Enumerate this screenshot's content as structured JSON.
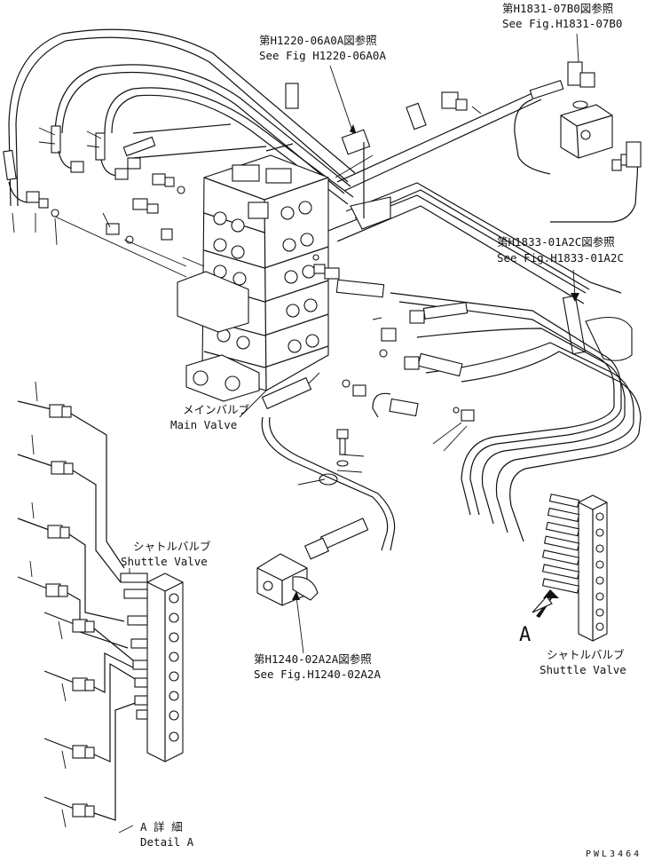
{
  "labels": {
    "ref_h1831_jp": "第H1831-07B0図参照",
    "ref_h1831_en": "See Fig.H1831-07B0",
    "ref_h1220_jp": "第H1220-06A0A図参照",
    "ref_h1220_en": "See Fig H1220-06A0A",
    "ref_h1833_jp": "第H1833-01A2C図参照",
    "ref_h1833_en": "See Fig.H1833-01A2C",
    "main_valve_jp": "メインバルブ",
    "main_valve_en": "Main Valve",
    "shuttle_left_jp": "シャトルバルブ",
    "shuttle_left_en": "Shuttle Valve",
    "shuttle_right_jp": "シャトルバルブ",
    "shuttle_right_en": "Shuttle Valve",
    "ref_h1240_jp": "第H1240-02A2A図参照",
    "ref_h1240_en": "See Fig.H1240-02A2A",
    "view_a": "A",
    "detail_jp": "A 詳 細",
    "detail_en": "Detail A",
    "drawing_code": "PWL3464"
  },
  "icons": {
    "view_arrow": "double-arrow-icon"
  }
}
